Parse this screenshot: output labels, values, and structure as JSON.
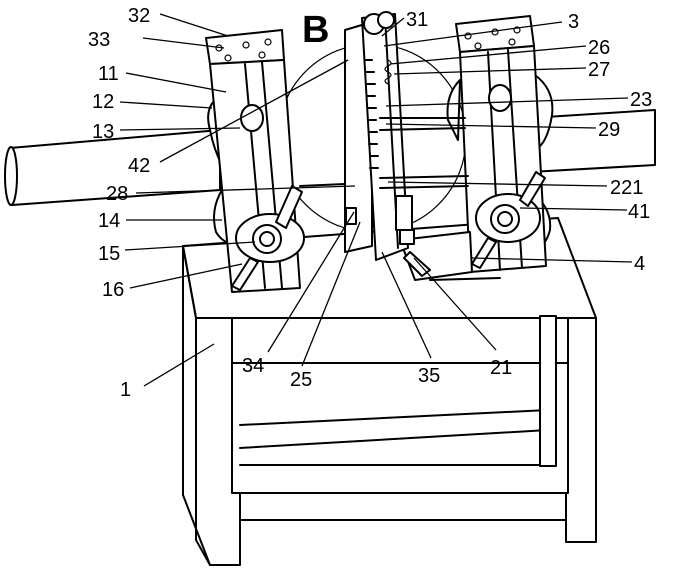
{
  "figure": {
    "detail_marker": "B",
    "labels": {
      "l32": "32",
      "l33": "33",
      "l11": "11",
      "l12": "12",
      "l13": "13",
      "l42": "42",
      "l28": "28",
      "l14": "14",
      "l15": "15",
      "l16": "16",
      "l31": "31",
      "l3": "3",
      "l26": "26",
      "l27": "27",
      "l23": "23",
      "l29": "29",
      "l221": "221",
      "l41": "41",
      "l4": "4",
      "l1": "1",
      "l34": "34",
      "l25": "25",
      "l35": "35",
      "l21": "21"
    }
  }
}
